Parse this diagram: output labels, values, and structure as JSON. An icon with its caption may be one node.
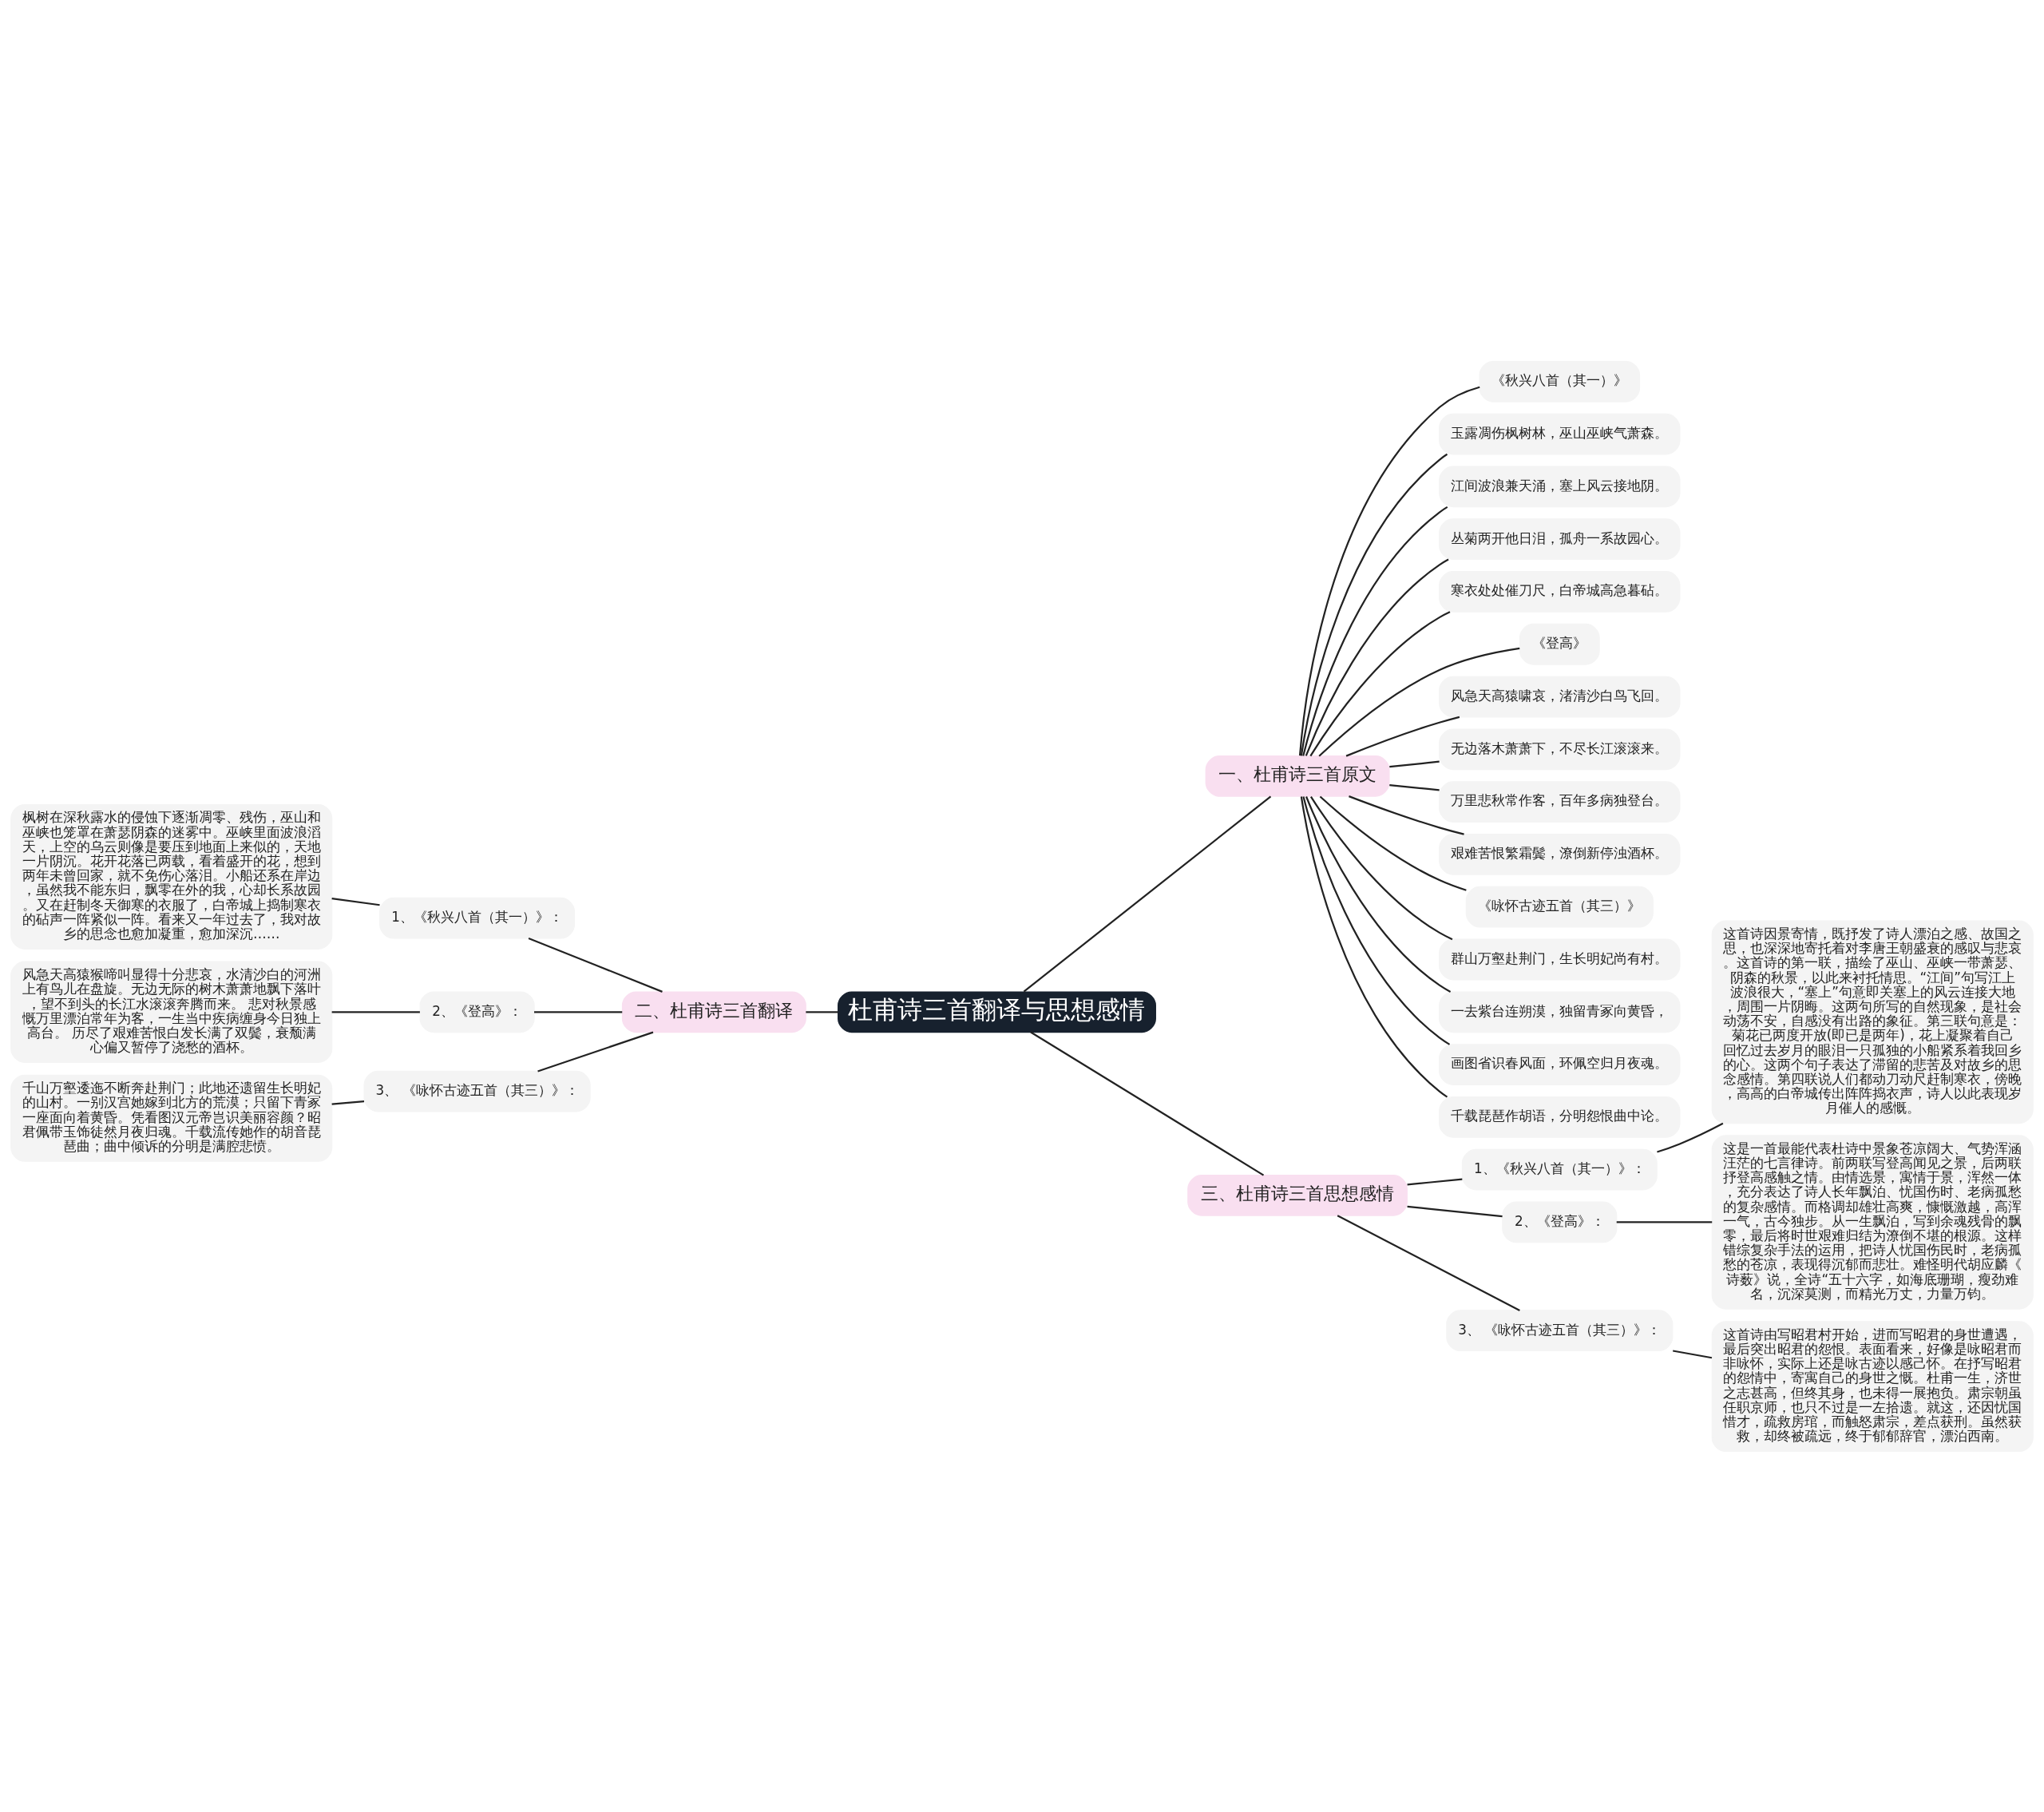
{
  "diagram": {
    "nodes": [
      {
        "text": [
          "杜甫诗三首翻译与思想感情"
        ]
      },
      {
        "text": [
          "一、杜甫诗三首原文"
        ]
      },
      {
        "text": [
          "《秋兴八首（其一）》"
        ]
      },
      {
        "text": [
          "玉露凋伤枫树林，巫山巫峡气萧森。"
        ]
      },
      {
        "text": [
          "江间波浪兼天涌，塞上风云接地阴。"
        ]
      },
      {
        "text": [
          "丛菊两开他日泪，孤舟一系故园心。"
        ]
      },
      {
        "text": [
          "寒衣处处催刀尺，白帝城高急暮砧。"
        ]
      },
      {
        "text": [
          "《登高》"
        ]
      },
      {
        "text": [
          "风急天高猿啸哀，渚清沙白鸟飞回。"
        ]
      },
      {
        "text": [
          "无边落木萧萧下，不尽长江滚滚来。"
        ]
      },
      {
        "text": [
          "万里悲秋常作客，百年多病独登台。"
        ]
      },
      {
        "text": [
          "艰难苦恨繁霜鬓，潦倒新停浊酒杯。"
        ]
      },
      {
        "text": [
          "《咏怀古迹五首（其三）》"
        ]
      },
      {
        "text": [
          "群山万壑赴荆门，生长明妃尚有村。"
        ]
      },
      {
        "text": [
          "一去紫台连朔漠，独留青冢向黄昏，"
        ]
      },
      {
        "text": [
          "画图省识春风面，环佩空归月夜魂。"
        ]
      },
      {
        "text": [
          "千载琵琶作胡语，分明怨恨曲中论。"
        ]
      },
      {
        "text": [
          "二、杜甫诗三首翻译"
        ]
      },
      {
        "text": [
          "1、《秋兴八首（其一）》："
        ]
      },
      {
        "text": [
          "枫树在深秋露水的侵蚀下逐渐凋零、残伤，巫山和巫峡也笼罩在萧瑟阴森的迷雾中。巫峡里面波浪滔天，上空的乌云则像是要压到地面上来似的，天地一片阴沉。花开花落已两载，看着盛开的花，想到两年未曾回家，就不免伤心落泪。小船还系在岸边，虽然我不能东归，飘零在外的我，心却长系故园。又在赶制冬天御寒的衣服了，白帝城上捣制寒衣的砧声一阵紧似一阵。看来又一年过去了，我对故乡的思念也愈加凝重，愈加深沉……"
        ]
      },
      {
        "text": [
          "2、《登高》："
        ]
      },
      {
        "text": [
          "风急天高猿猴啼叫显得十分悲哀，水清沙白的河洲上有鸟儿在盘旋。无边无际的树木萧萧地飘下落叶，望不到头的长江水滚滚奔腾而来。 悲对秋景感慨万里漂泊常年为客，一生当中疾病缠身今日独上高台。 历尽了艰难苦恨白发长满了双鬓，衰颓满心偏又暂停了浇愁的酒杯。"
        ]
      },
      {
        "text": [
          "3、 《咏怀古迹五首（其三）》："
        ]
      },
      {
        "text": [
          "千山万壑逶迤不断奔赴荆门；此地还遗留生长明妃的山村。一别汉宫她嫁到北方的荒漠；只留下青冢一座面向着黄昏。凭看图汉元帝岂识美丽容颜？昭君佩带玉饰徒然月夜归魂。千载流传她作的胡音琵琶曲；曲中倾诉的分明是满腔悲愤。"
        ]
      },
      {
        "text": [
          "三、杜甫诗三首思想感情"
        ]
      },
      {
        "text": [
          "1、《秋兴八首（其一）》："
        ]
      },
      {
        "text": [
          "这首诗因景寄情，既抒发了诗人漂泊之感、故国之思，也深深地寄托着对李唐王朝盛衰的感叹与悲哀。这首诗的第一联，描绘了巫山、巫峡一带萧瑟、阴森的秋景，以此来衬托情思。“江间”句写江上波浪很大，“塞上”句意即关塞上的风云连接大地，周围一片阴晦。这两句所写的自然现象，是社会动荡不安，自感没有出路的象征。第三联句意是：菊花已两度开放(即已是两年)，花上凝聚着自己回忆过去岁月的眼泪一只孤独的小船紧系着我回乡的心。这两个句子表达了滞留的悲苦及对故乡的思念感情。第四联说人们都动刀动尺赶制寒衣，傍晚，高高的白帝城传出阵阵捣衣声，诗人以此表现岁月催人的感慨。"
        ]
      },
      {
        "text": [
          "2、《登高》："
        ]
      },
      {
        "text": [
          "这是一首最能代表杜诗中景象苍凉阔大、气势浑涵汪茫的七言律诗。前两联写登高闻见之景，后两联抒登高感触之情。由情选景，寓情于景，浑然一体，充分表达了诗人长年飘泊、忧国伤时、老病孤愁的复杂感情。而格调却雄壮高爽，慷慨激越，高浑一气，古今独步。从一生飘泊，写到余魂残骨的飘零，最后将时世艰难归结为潦倒不堪的根源。这样错综复杂手法的运用，把诗人忧国伤民时，老病孤愁的苍凉，表现得沉郁而悲壮。难怪明代胡应麟《诗薮》说，全诗“五十六字，如海底珊瑚，瘦劲难名，沉深莫测，而精光万丈，力量万钧。"
        ]
      },
      {
        "text": [
          "3、 《咏怀古迹五首（其三）》："
        ]
      },
      {
        "text": [
          "这首诗由写昭君村开始，进而写昭君的身世遭遇，最后突出昭君的怨恨。表面看来，好像是咏昭君而非咏怀，实际上还是咏古迹以感己怀。在抒写昭君的怨情中，寄寓自己的身世之慨。杜甫一生，济世之志甚高，但终其身，也未得一展抱负。肃宗朝虽任职京师，也只不过是一左拾遗。就这，还因忧国惜才，疏救房琯，而触怒肃宗，差点获刑。虽然获救，却终被疏远，终于郁郁辞官，漂泊西南。"
        ]
      }
    ],
    "edges": [
      {
        "from": 0,
        "to": 1,
        "arrow": "none"
      },
      {
        "from": 1,
        "to": 2,
        "arrow": "none"
      },
      {
        "from": 1,
        "to": 3,
        "arrow": "none"
      },
      {
        "from": 1,
        "to": 4,
        "arrow": "none"
      },
      {
        "from": 1,
        "to": 5,
        "arrow": "none"
      },
      {
        "from": 1,
        "to": 6,
        "arrow": "none"
      },
      {
        "from": 1,
        "to": 7,
        "arrow": "none"
      },
      {
        "from": 1,
        "to": 8,
        "arrow": "none"
      },
      {
        "from": 1,
        "to": 9,
        "arrow": "none"
      },
      {
        "from": 1,
        "to": 10,
        "arrow": "none"
      },
      {
        "from": 1,
        "to": 11,
        "arrow": "none"
      },
      {
        "from": 1,
        "to": 12,
        "arrow": "none"
      },
      {
        "from": 1,
        "to": 13,
        "arrow": "none"
      },
      {
        "from": 1,
        "to": 14,
        "arrow": "none"
      },
      {
        "from": 1,
        "to": 15,
        "arrow": "none"
      },
      {
        "from": 1,
        "to": 16,
        "arrow": "none"
      },
      {
        "from": 0,
        "to": 17,
        "arrow": "none"
      },
      {
        "from": 17,
        "to": 18,
        "arrow": "none"
      },
      {
        "from": 18,
        "to": 19,
        "arrow": "none"
      },
      {
        "from": 17,
        "to": 20,
        "arrow": "none"
      },
      {
        "from": 20,
        "to": 21,
        "arrow": "none"
      },
      {
        "from": 17,
        "to": 22,
        "arrow": "none"
      },
      {
        "from": 22,
        "to": 23,
        "arrow": "none"
      },
      {
        "from": 0,
        "to": 24,
        "arrow": "none"
      },
      {
        "from": 24,
        "to": 25,
        "arrow": "none"
      },
      {
        "from": 25,
        "to": 26,
        "arrow": "none"
      },
      {
        "from": 24,
        "to": 27,
        "arrow": "none"
      },
      {
        "from": 27,
        "to": 28,
        "arrow": "none"
      },
      {
        "from": 24,
        "to": 29,
        "arrow": "none"
      },
      {
        "from": 29,
        "to": 30,
        "arrow": "none"
      }
    ]
  }
}
